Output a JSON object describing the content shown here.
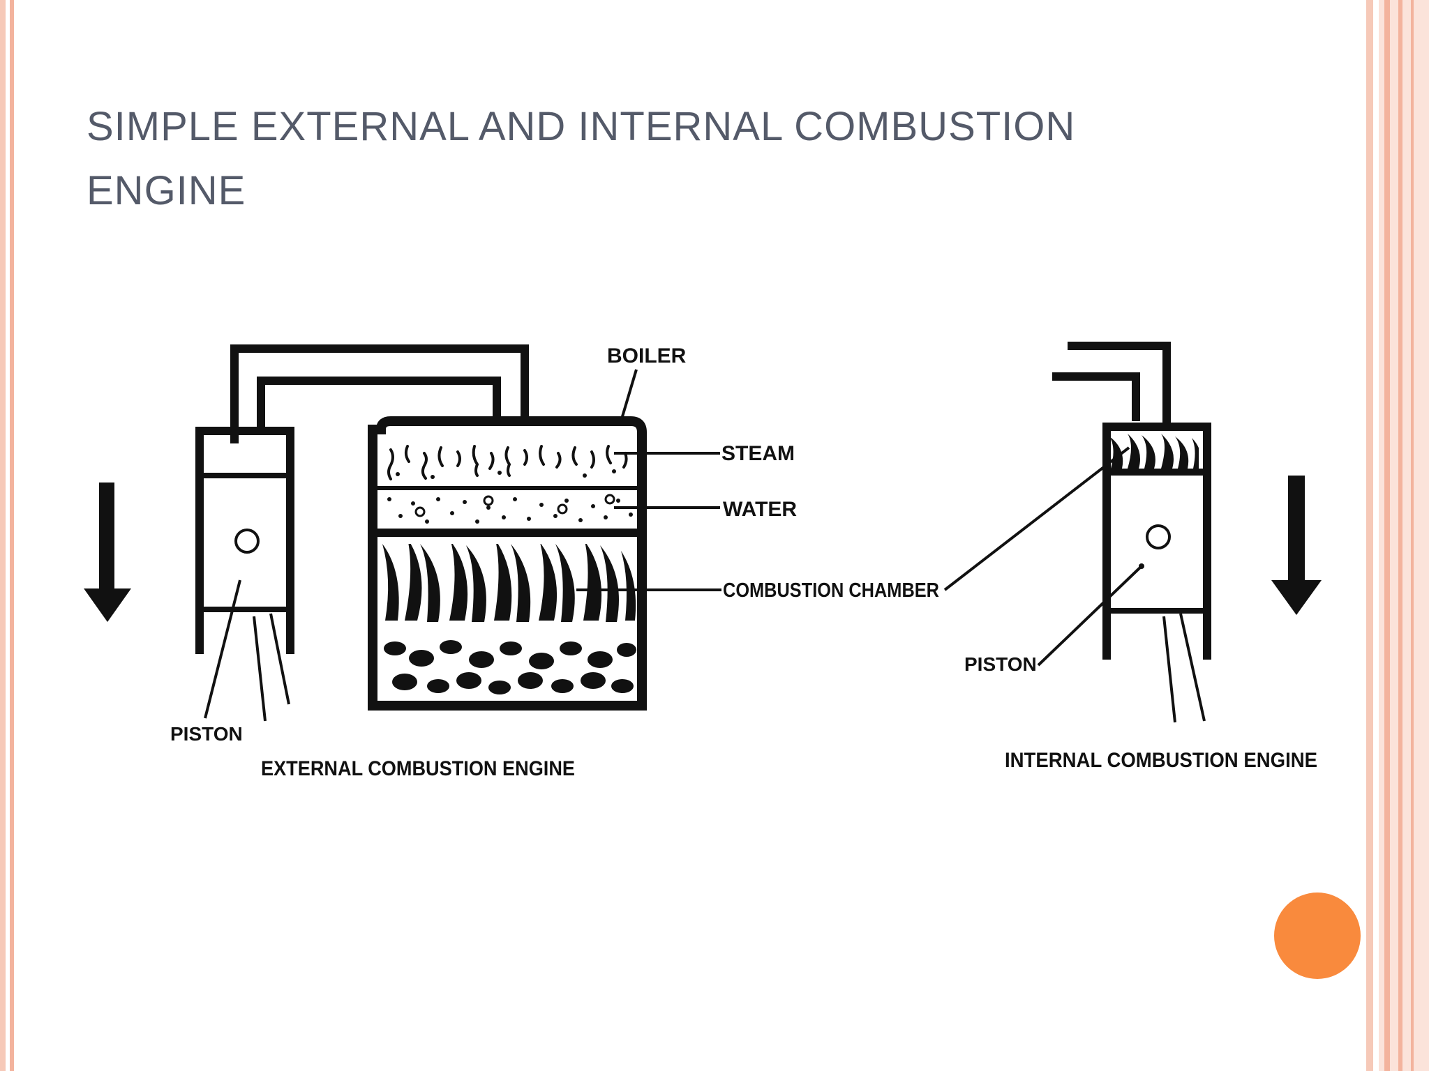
{
  "slide": {
    "title": "SIMPLE EXTERNAL AND INTERNAL COMBUSTION ENGINE"
  },
  "diagram": {
    "external": {
      "caption": "EXTERNAL COMBUSTION ENGINE",
      "labels": {
        "boiler": "BOILER",
        "steam": "STEAM",
        "water": "WATER",
        "combustion_chamber": "COMBUSTION CHAMBER",
        "piston": "PISTON"
      }
    },
    "internal": {
      "caption": "INTERNAL COMBUSTION ENGINE",
      "labels": {
        "piston": "PISTON"
      }
    }
  },
  "colors": {
    "title": "#545a69",
    "accent_dot": "#f98a3d",
    "border": "#f3b39d"
  }
}
